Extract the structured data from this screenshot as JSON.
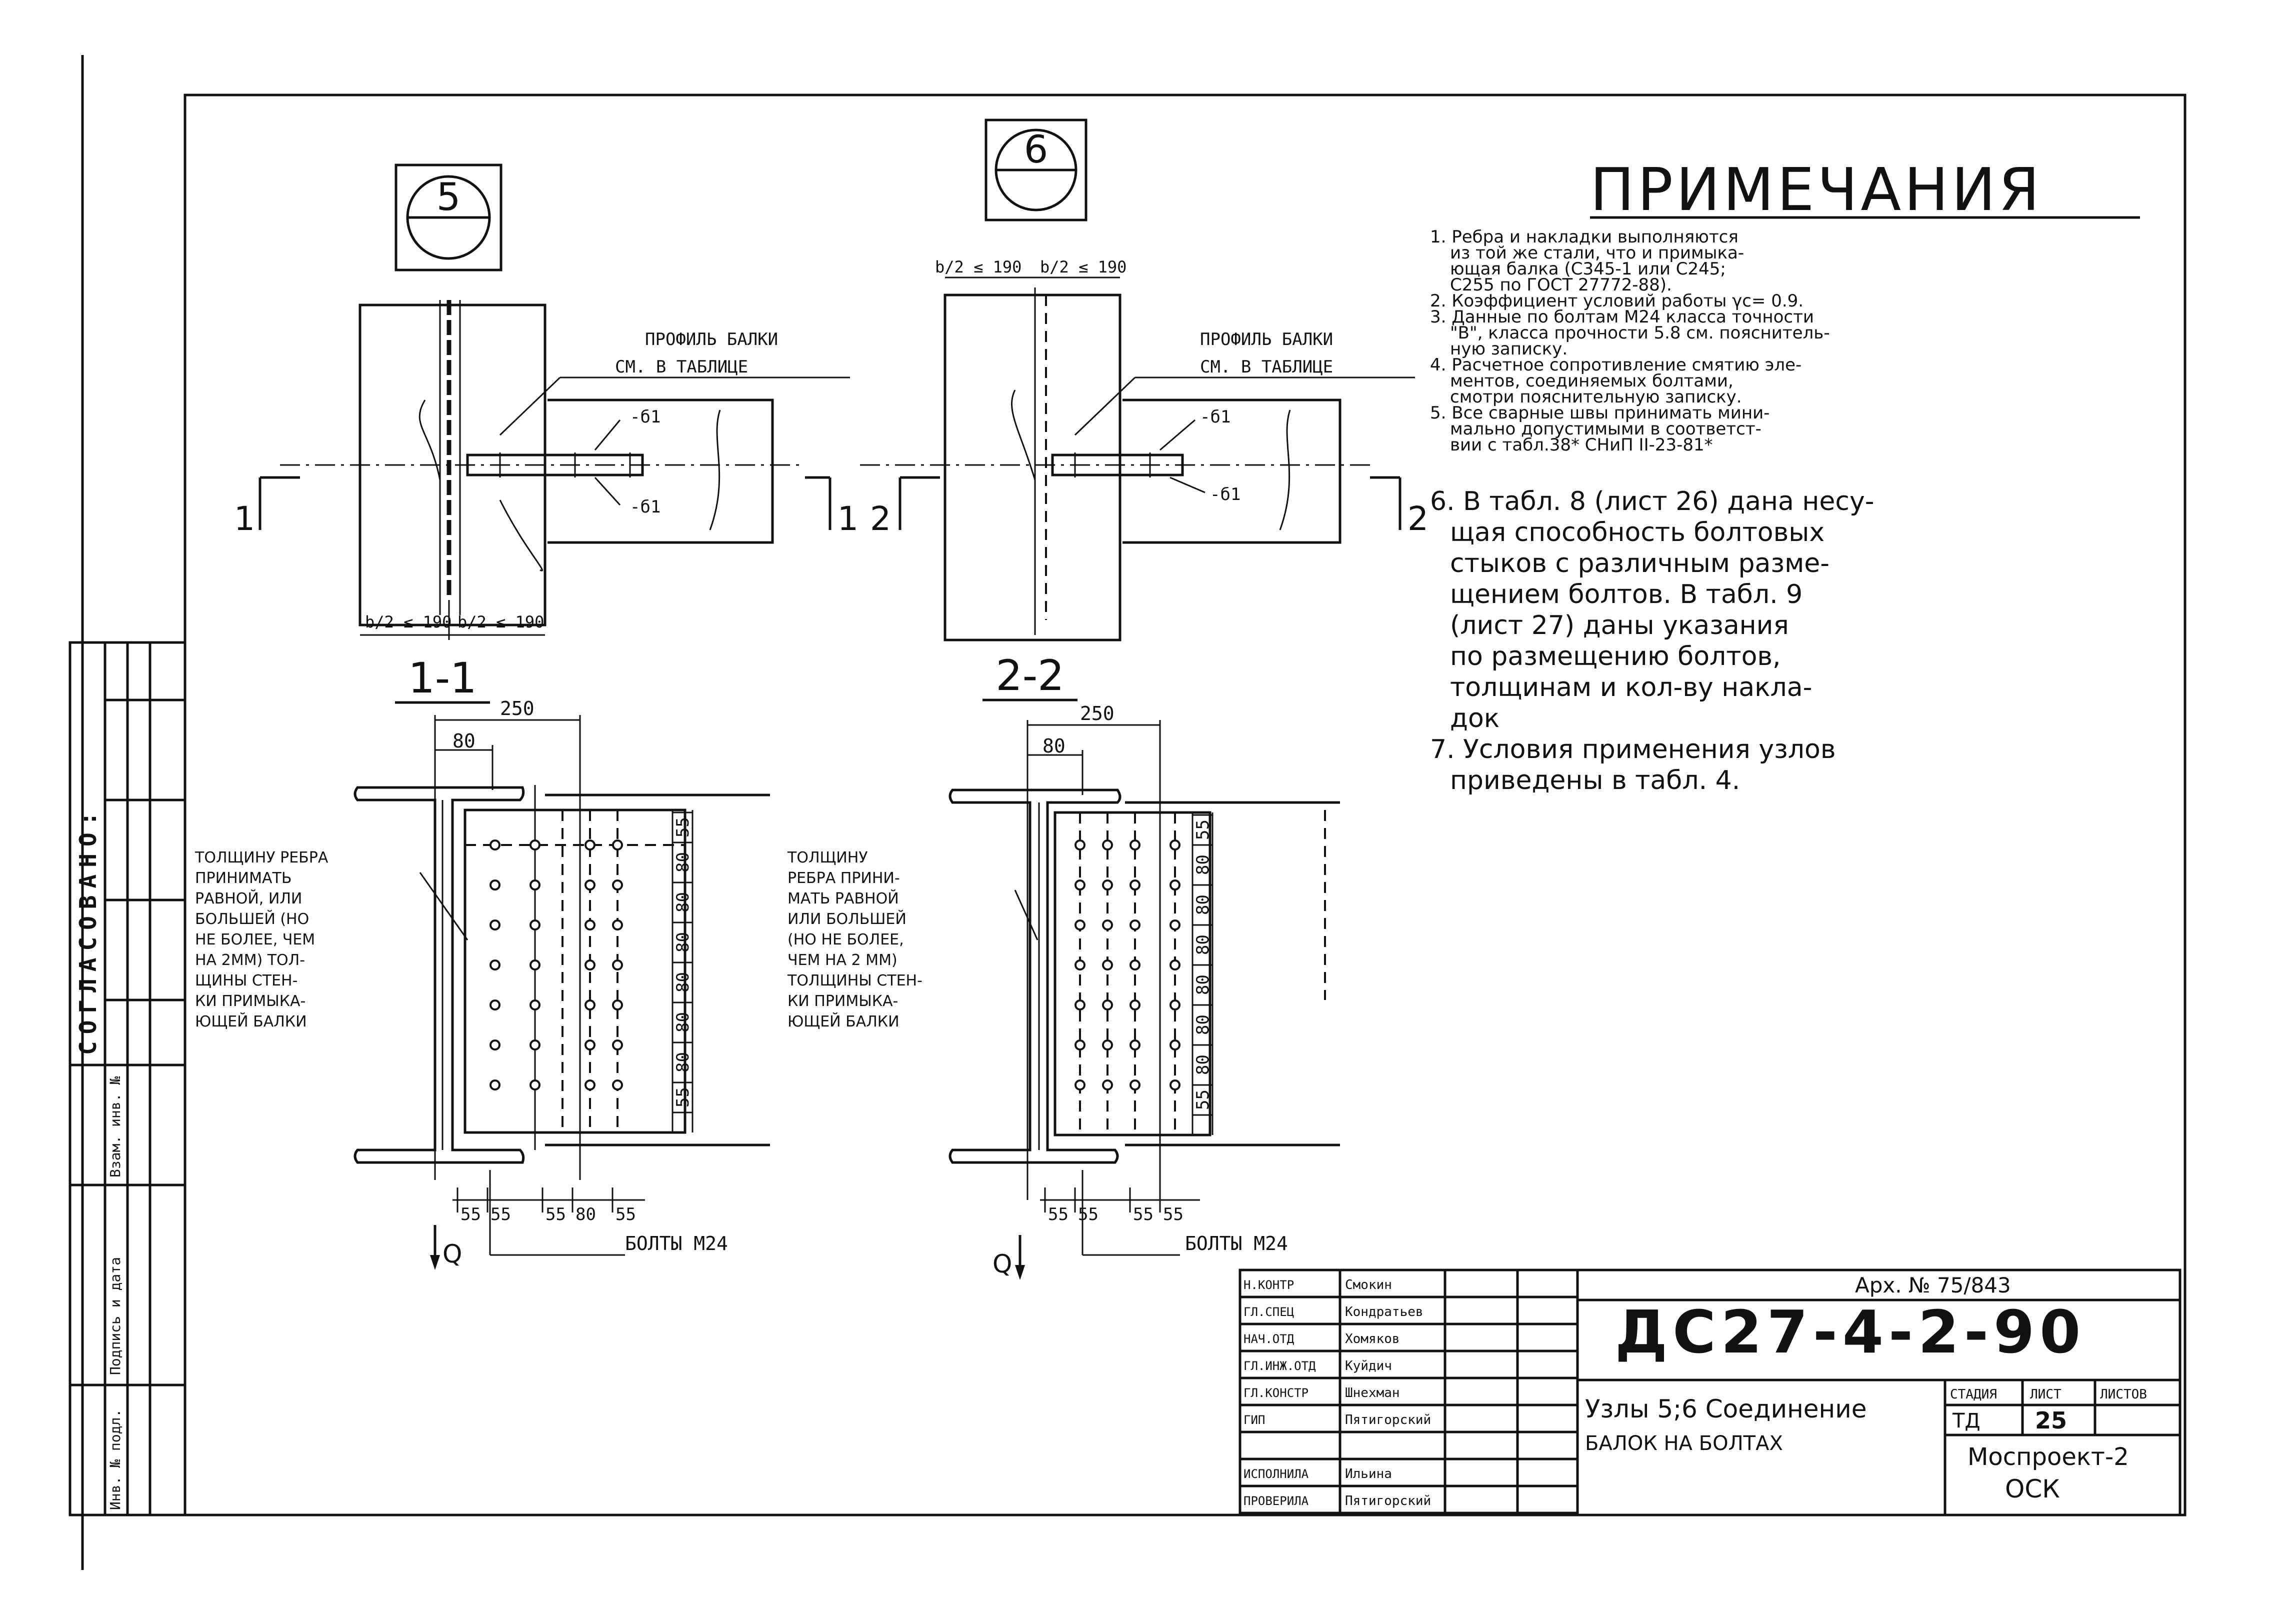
{
  "notes": {
    "title": "ПРИМЕЧАНИЯ",
    "items": [
      "1. Ребра и накладки выполняются",
      "из той же стали, что и примыка-",
      "ющая балка (С345-1 или С245;",
      "С255 по ГОСТ 27772-88).",
      "2. Коэффициент условий работы γc= 0.9.",
      "3. Данные по болтам М24 класса точности",
      "\"В\", класса прочности 5.8 см. пояснитель-",
      "ную записку.",
      "4. Расчетное сопротивление смятию эле-",
      "ментов, соединяемых болтами,",
      "смотри пояснительную записку.",
      "5. Все сварные швы принимать мини-",
      "мально допустимыми в соответст-",
      "вии с табл.38* СНиП II-23-81*",
      "6. В табл. 8 (лист 26) дана несу-",
      "щая способность болтовых",
      "стыков с различным разме-",
      "щением болтов. В табл. 9",
      "(лист 27) даны указания",
      "по размещению болтов,",
      "толщинам и кол-ву накла-",
      "док",
      "7. Условия применения узлов",
      "приведены в табл. 4."
    ]
  },
  "node5": {
    "mark": "5",
    "section_label": "1-1",
    "profile_label_1": "ПРОФИЛЬ БАЛКИ",
    "profile_label_2": "СМ. В ТАБЛИЦЕ",
    "plate_top": "-б1",
    "plate_bottom": "-б1",
    "cut_left": "1",
    "cut_right": "1",
    "dim_left": "b/2 ≤ 190",
    "dim_right": "b/2 ≤ 190",
    "dim_top": "250",
    "dim_80": "80",
    "vert_dims": [
      "55",
      "80",
      "80",
      "80",
      "80",
      "80",
      "80",
      "55"
    ],
    "bot_dims": [
      "55",
      "55",
      "55",
      "80",
      "55"
    ],
    "bolts_label": "БОЛТЫ М24",
    "load_label": "Q",
    "rib_note": [
      "ТОЛЩИНУ РЕБРА",
      "ПРИНИМАТЬ",
      "РАВНОЙ, ИЛИ",
      "БОЛЬШЕЙ (НО",
      "НЕ БОЛЕЕ, ЧЕМ",
      "НА 2ММ) ТОЛ-",
      "ЩИНЫ СТЕН-",
      "КИ ПРИМЫКА-",
      "ЮЩЕЙ БАЛКИ"
    ]
  },
  "node6": {
    "mark": "6",
    "section_label": "2-2",
    "profile_label_1": "ПРОФИЛЬ БАЛКИ",
    "profile_label_2": "СМ. В ТАБЛИЦЕ",
    "plate_top": "-б1",
    "plate_bottom": "-б1",
    "cut_left": "2",
    "cut_right": "2",
    "dim_left": "b/2 ≤ 190",
    "dim_right": "b/2 ≤ 190",
    "dim_top": "250",
    "dim_80": "80",
    "vert_dims": [
      "55",
      "80",
      "80",
      "80",
      "80",
      "80",
      "80",
      "55"
    ],
    "bot_dims": [
      "55",
      "55",
      "55",
      "55"
    ],
    "bolts_label": "БОЛТЫ М24",
    "load_label": "Q",
    "rib_note": [
      "ТОЛЩИНУ",
      "РЕБРА ПРИНИ-",
      "МАТЬ РАВНОЙ",
      "ИЛИ БОЛЬШЕЙ",
      "(НО НЕ БОЛЕЕ,",
      "ЧЕМ НА 2 ММ)",
      "ТОЛЩИНЫ СТЕН-",
      "КИ ПРИМЫКА-",
      "ЮЩЕЙ БАЛКИ"
    ]
  },
  "side_stamp": {
    "soglasovano": "СОГЛАСОВАНО:",
    "vzam": "Взам. инв. №",
    "podpis": "Подпись и дата",
    "inv": "Инв. № подл."
  },
  "title_block": {
    "arch_no": "Арх. № 75/843",
    "doc_code": "ДС27-4-2-90",
    "roles": [
      {
        "role": "Н.КОНТР",
        "name": "Смокин"
      },
      {
        "role": "ГЛ.СПЕЦ",
        "name": "Кондратьев"
      },
      {
        "role": "НАЧ.ОТД",
        "name": "Хомяков"
      },
      {
        "role": "ГЛ.ИНЖ.ОТД",
        "name": "Куйдич"
      },
      {
        "role": "ГЛ.КОНСТР",
        "name": "Шнехман"
      },
      {
        "role": "ГИП",
        "name": "Пятигорский"
      },
      {
        "role": "",
        "name": ""
      },
      {
        "role": "ИСПОЛНИЛА",
        "name": "Ильина"
      },
      {
        "role": "ПРОВЕРИЛА",
        "name": "Пятигорский"
      }
    ],
    "sheet_title_1": "Узлы 5;6 Соединение",
    "sheet_title_2": "БАЛОК НА БОЛТАХ",
    "stage_label": "СТАДИЯ",
    "sheet_label": "ЛИСТ",
    "sheets_label": "ЛИСТОВ",
    "stage": "ТД",
    "sheet": "25",
    "org_1": "Моспроект-2",
    "org_2": "ОСК"
  }
}
